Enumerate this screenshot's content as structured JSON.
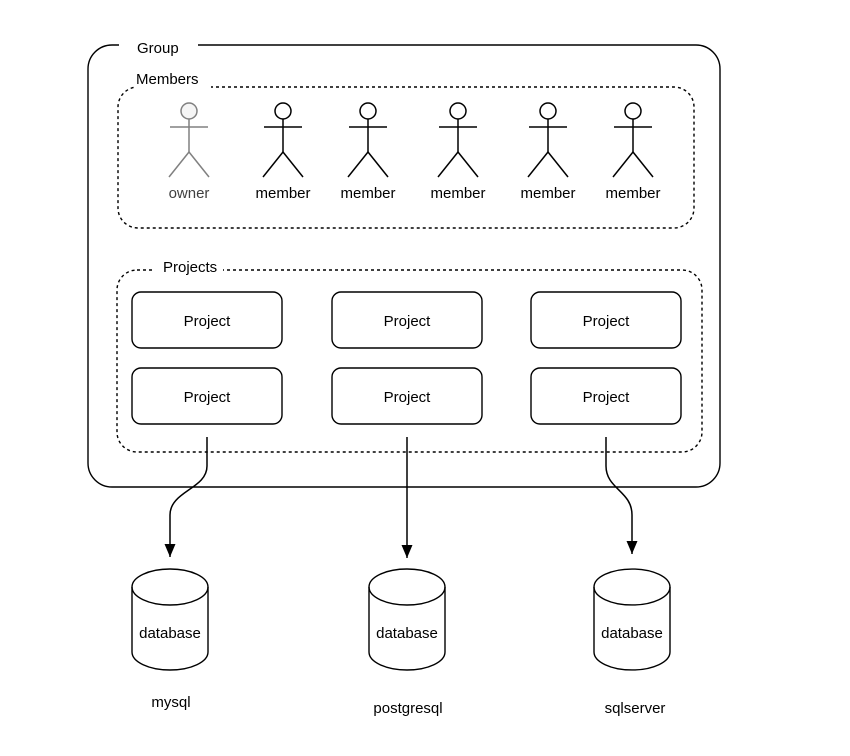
{
  "group": {
    "label": "Group"
  },
  "members": {
    "label": "Members",
    "actors": [
      {
        "label": "owner",
        "role": "owner"
      },
      {
        "label": "member",
        "role": "member"
      },
      {
        "label": "member",
        "role": "member"
      },
      {
        "label": "member",
        "role": "member"
      },
      {
        "label": "member",
        "role": "member"
      },
      {
        "label": "member",
        "role": "member"
      }
    ]
  },
  "projects": {
    "label": "Projects",
    "boxes": [
      {
        "label": "Project"
      },
      {
        "label": "Project"
      },
      {
        "label": "Project"
      },
      {
        "label": "Project"
      },
      {
        "label": "Project"
      },
      {
        "label": "Project"
      }
    ]
  },
  "databases": [
    {
      "label": "database",
      "engine": "mysql"
    },
    {
      "label": "database",
      "engine": "postgresql"
    },
    {
      "label": "database",
      "engine": "sqlserver"
    }
  ],
  "connections": [
    {
      "from": "Project",
      "to": "mysql"
    },
    {
      "from": "Project",
      "to": "postgresql"
    },
    {
      "from": "Project",
      "to": "sqlserver"
    }
  ],
  "colors": {
    "stroke": "#000000",
    "owner_stroke": "#808080",
    "owner_fill": "#f5f5f5",
    "background": "#ffffff",
    "text": "#000000"
  }
}
